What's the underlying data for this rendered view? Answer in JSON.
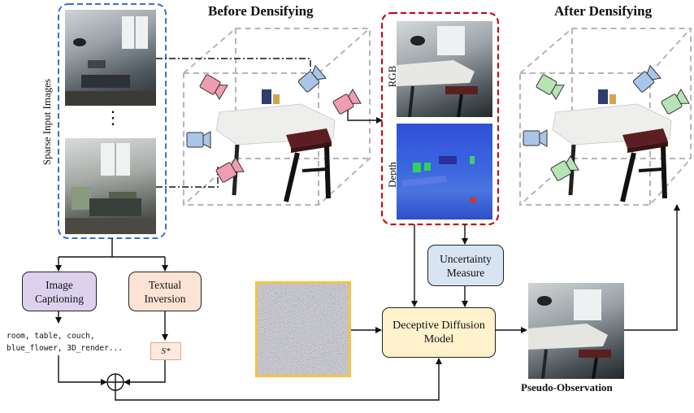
{
  "titles": {
    "before": "Before Densifying",
    "after": "After Densifying"
  },
  "input": {
    "label": "Sparse Input Images",
    "ellipsis": "⋮"
  },
  "render": {
    "rgb_label": "RGB",
    "depth_label": "Depth"
  },
  "boxes": {
    "captioning": "Image Captioning",
    "inversion": "Textual Inversion",
    "uncertainty": "Uncertainty Measure",
    "diffusion": "Deceptive Diffusion Model"
  },
  "caption_tags": [
    "room, table, couch,",
    "blue_flower, 3D_render..."
  ],
  "token": "S*",
  "pseudo_label": "Pseudo-Observation",
  "colors": {
    "blue_dash": "#3a6fd0",
    "red_dash": "#c0111a",
    "captioning_fill": "#dcd2ee",
    "inversion_fill": "#fde3d4",
    "uncertainty_fill": "#d8e4f2",
    "diffusion_fill": "#fff2cc",
    "noise_border": "#f5c343",
    "camera_pink": "#ef9db0",
    "camera_blue": "#a9c6e8",
    "camera_green": "#b6e4b4"
  }
}
